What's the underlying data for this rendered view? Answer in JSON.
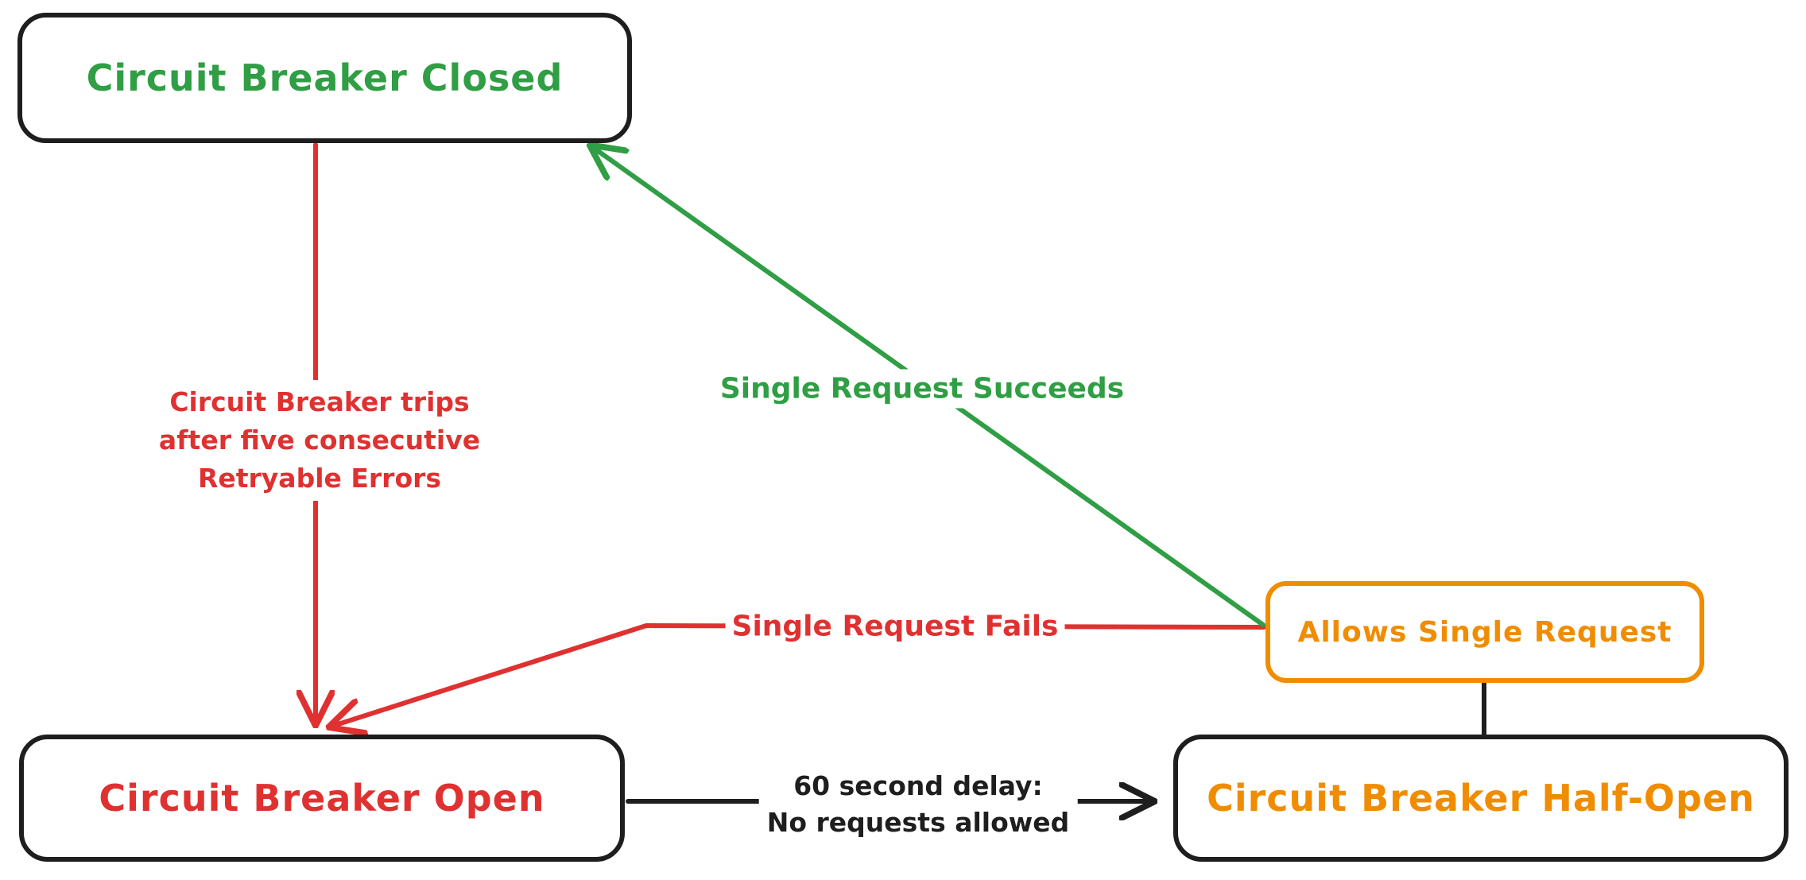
{
  "diagram": {
    "type": "state-diagram",
    "subject": "circuit-breaker-states",
    "colors": {
      "green": "#2f9e44",
      "red": "#e03131",
      "orange": "#f08c00",
      "ink": "#1e1e1e",
      "background": "#ffffff"
    },
    "nodes": {
      "closed": {
        "label": "Circuit Breaker Closed",
        "text_color": "#2f9e44",
        "border_color": "#1e1e1e"
      },
      "open": {
        "label": "Circuit Breaker Open",
        "text_color": "#e03131",
        "border_color": "#1e1e1e"
      },
      "half_open": {
        "label": "Circuit Breaker Half-Open",
        "text_color": "#f08c00",
        "border_color": "#1e1e1e"
      },
      "allows_single_request": {
        "label": "Allows Single Request",
        "text_color": "#f08c00",
        "border_color": "#f08c00"
      }
    },
    "edges": {
      "trip": {
        "from": "closed",
        "to": "open",
        "color": "#e03131",
        "arrowhead": "to",
        "lines": [
          "Circuit Breaker trips",
          "after five consecutive",
          "Retryable Errors"
        ]
      },
      "single_request_succeeds": {
        "from": "allows_single_request",
        "to": "closed",
        "color": "#2f9e44",
        "arrowhead": "to",
        "label": "Single Request Succeeds"
      },
      "single_request_fails": {
        "from": "allows_single_request",
        "to": "open",
        "color": "#e03131",
        "arrowhead": "to",
        "label": "Single Request Fails"
      },
      "delay": {
        "from": "open",
        "to": "half_open",
        "color": "#1e1e1e",
        "arrowhead": "to",
        "lines": [
          "60 second delay:",
          "No requests allowed"
        ]
      },
      "half_open_to_allows": {
        "from": "half_open",
        "to": "allows_single_request",
        "color": "#1e1e1e",
        "arrowhead": "none",
        "label": ""
      }
    }
  }
}
